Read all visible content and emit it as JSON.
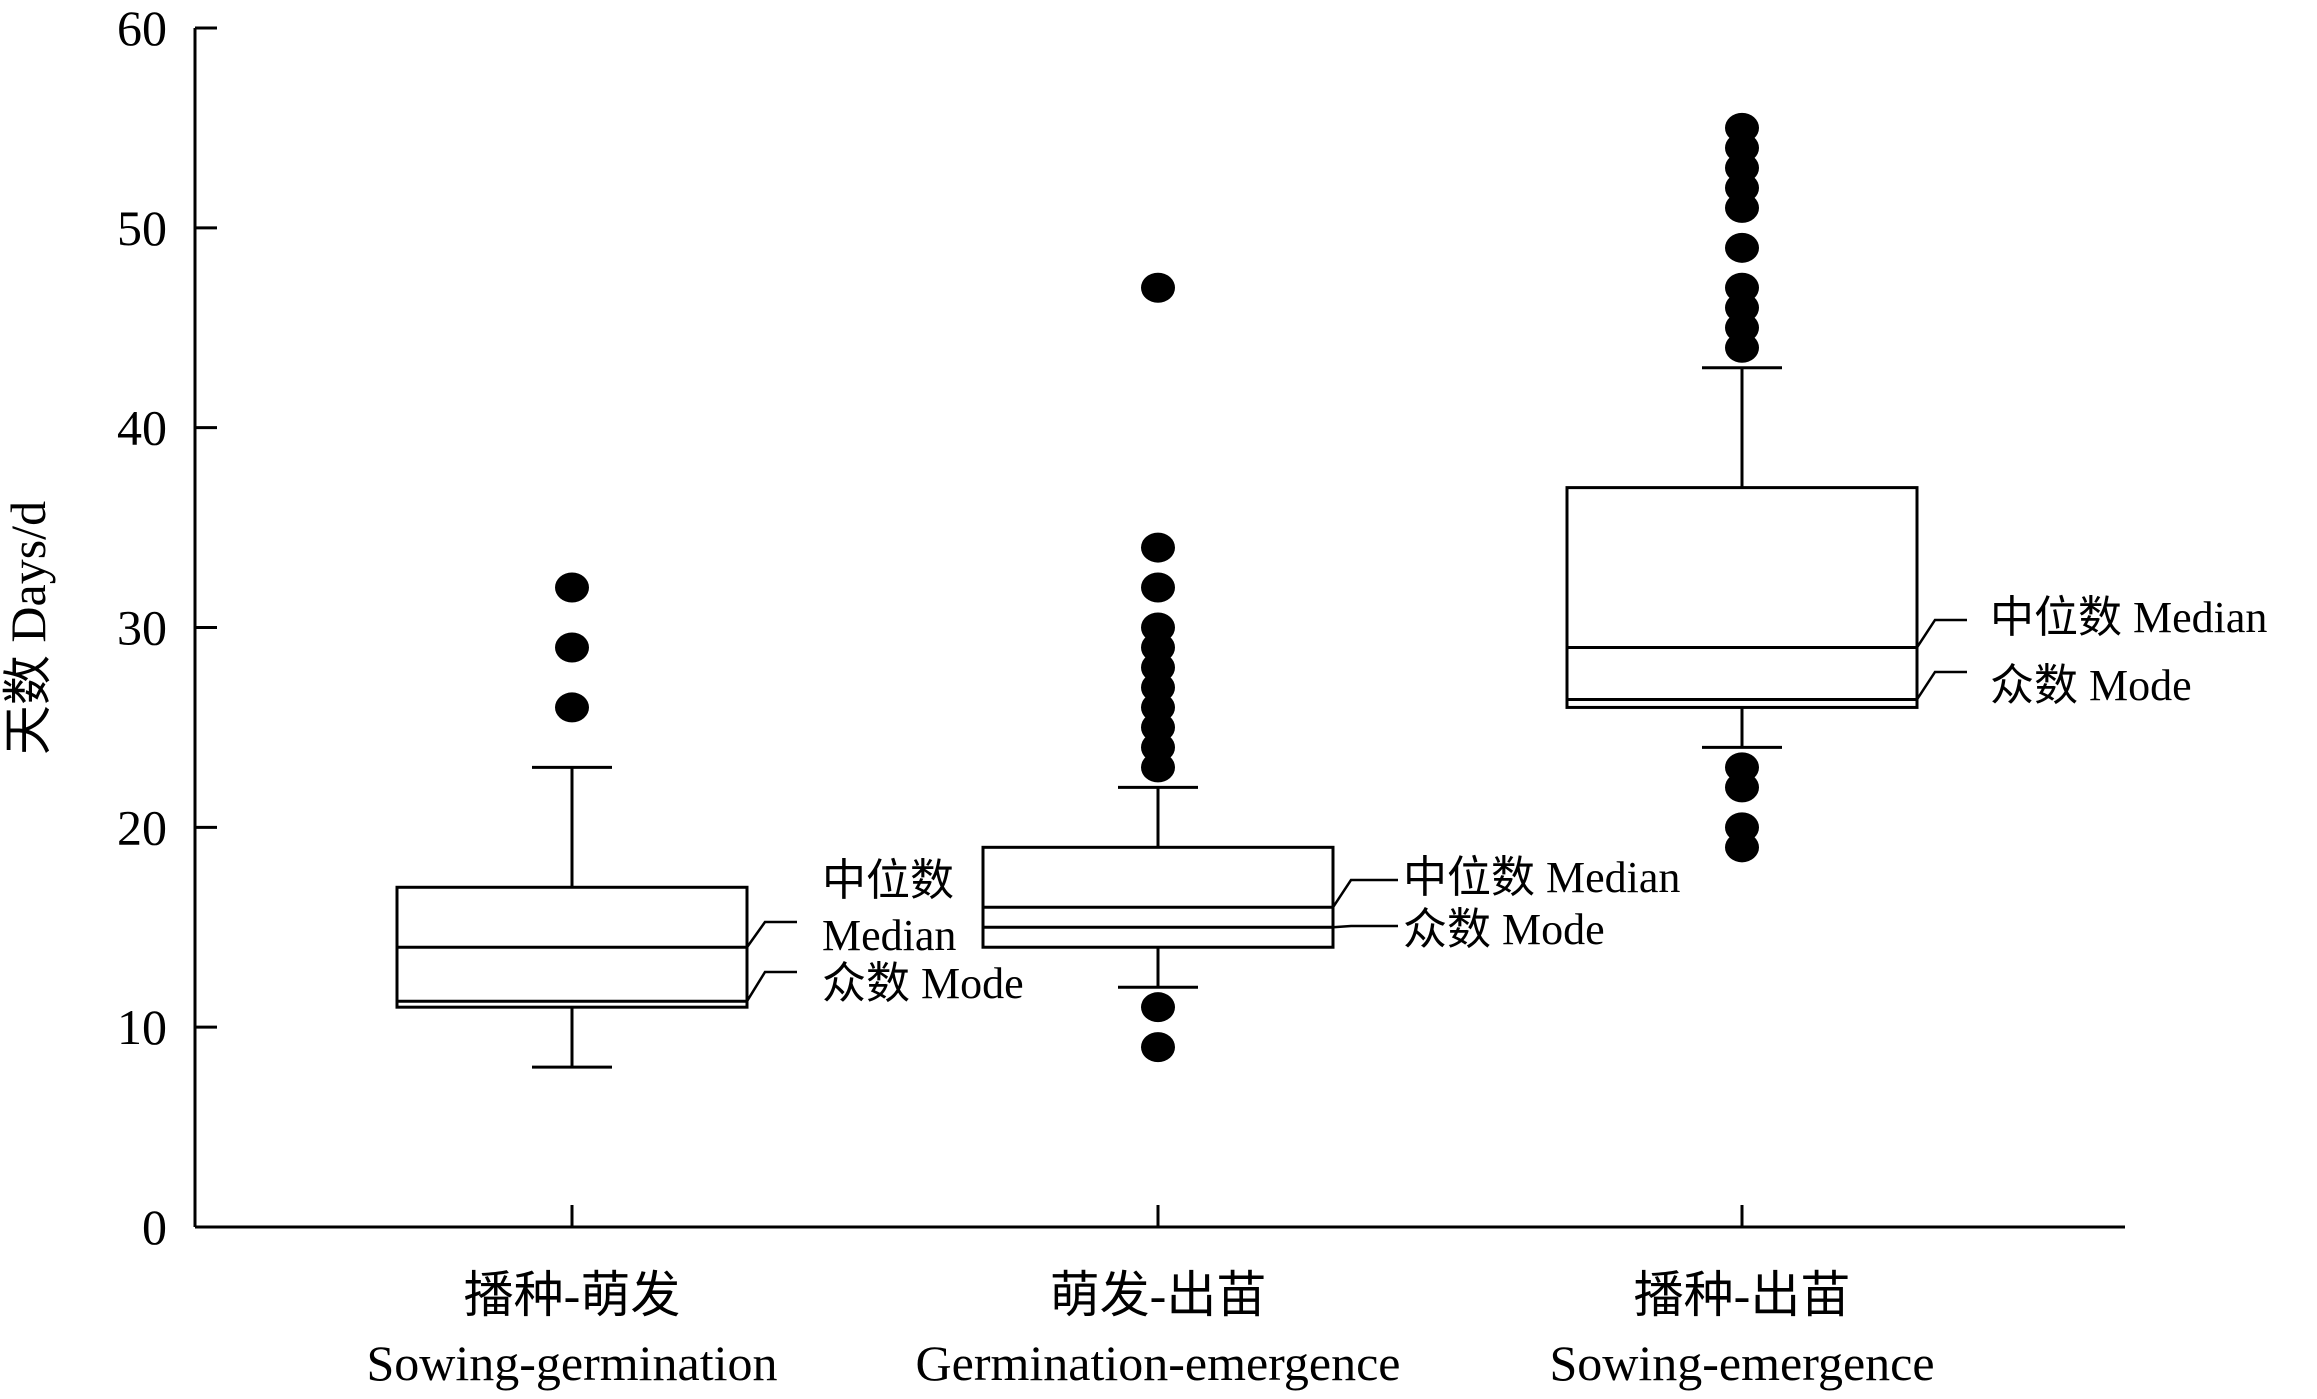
{
  "chart_data": {
    "type": "box",
    "ylabel": "天数 Days/d",
    "ylim": [
      0,
      60
    ],
    "yticks": [
      0,
      10,
      20,
      30,
      40,
      50,
      60
    ],
    "categories": [
      {
        "zh": "播种-萌发",
        "en": "Sowing-germination"
      },
      {
        "zh": "萌发-出苗",
        "en": "Germination-emergence"
      },
      {
        "zh": "播种-出苗",
        "en": "Sowing-emergence"
      }
    ],
    "boxes": [
      {
        "whisker_low": 8,
        "q1": 11,
        "median": 14,
        "mode": 11.3,
        "q3": 17,
        "whisker_high": 23,
        "outliers": [
          26,
          29,
          32
        ]
      },
      {
        "whisker_low": 12,
        "q1": 14,
        "median": 16,
        "mode": 15,
        "q3": 19,
        "whisker_high": 22,
        "outliers": [
          9,
          11,
          23,
          24,
          25,
          26,
          27,
          28,
          29,
          30,
          32,
          34,
          47
        ]
      },
      {
        "whisker_low": 24,
        "q1": 26,
        "median": 29,
        "mode": 26.4,
        "q3": 37,
        "whisker_high": 43,
        "outliers": [
          19,
          20,
          22,
          23,
          44,
          45,
          46,
          47,
          49,
          51,
          52,
          53,
          54,
          55
        ]
      }
    ],
    "annotations": [
      {
        "box": 0,
        "median_label": "Median",
        "median_label_zh": "中位数",
        "mode_label": "众数  Mode"
      },
      {
        "box": 1,
        "median_label": "中位数  Median",
        "mode_label": "众数  Mode"
      },
      {
        "box": 2,
        "median_label": "中位数  Median",
        "mode_label": "众数  Mode"
      }
    ]
  }
}
